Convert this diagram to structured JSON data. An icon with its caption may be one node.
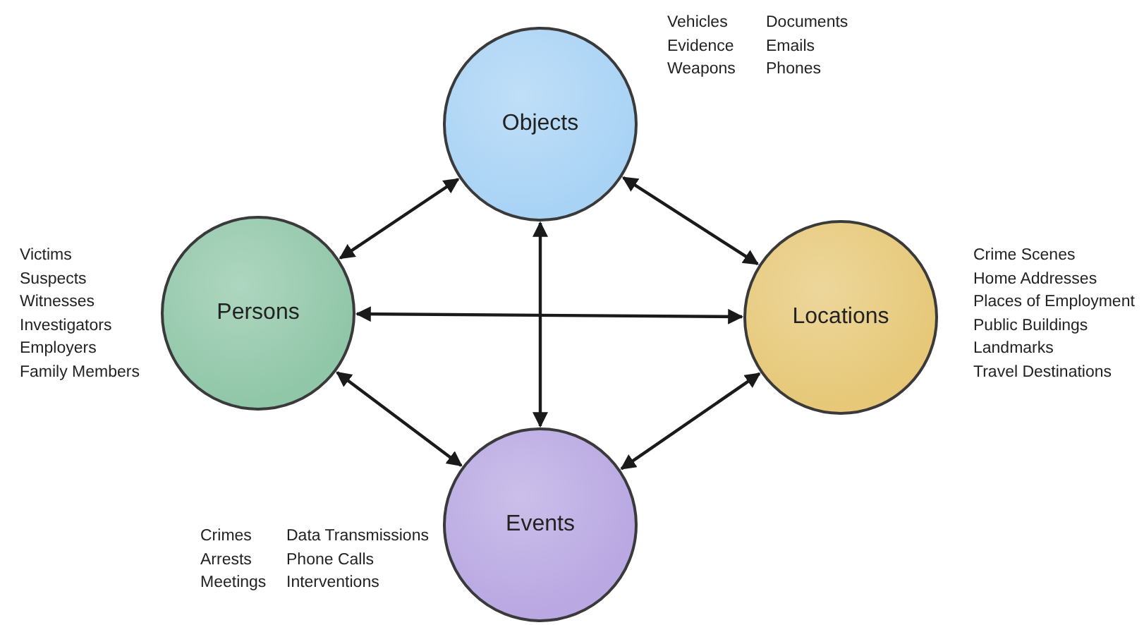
{
  "diagram": {
    "nodes": [
      {
        "text": [
          "Objects"
        ],
        "beside": [
          "Vehicles",
          "Evidence",
          "Weapons",
          "Documents",
          "Emails",
          "Phones"
        ]
      },
      {
        "text": [
          "Persons"
        ],
        "beside": [
          "Victims",
          "Suspects",
          "Witnesses",
          "Investigators",
          "Employers",
          "Family Members"
        ]
      },
      {
        "text": [
          "Locations"
        ],
        "beside": [
          "Crime Scenes",
          "Home Addresses",
          "Places of Employment",
          "Public Buildings",
          "Landmarks",
          "Travel Destinations"
        ]
      },
      {
        "text": [
          "Events"
        ],
        "beside": [
          "Crimes",
          "Arrests",
          "Meetings",
          "Data Transmissions",
          "Phone Calls",
          "Interventions"
        ]
      }
    ],
    "edges": [
      {
        "from": 0,
        "to": 1,
        "arrow": "both"
      },
      {
        "from": 0,
        "to": 2,
        "arrow": "both"
      },
      {
        "from": 0,
        "to": 3,
        "arrow": "both"
      },
      {
        "from": 1,
        "to": 2,
        "arrow": "both"
      },
      {
        "from": 1,
        "to": 3,
        "arrow": "both"
      },
      {
        "from": 3,
        "to": 2,
        "arrow": "both"
      }
    ]
  }
}
